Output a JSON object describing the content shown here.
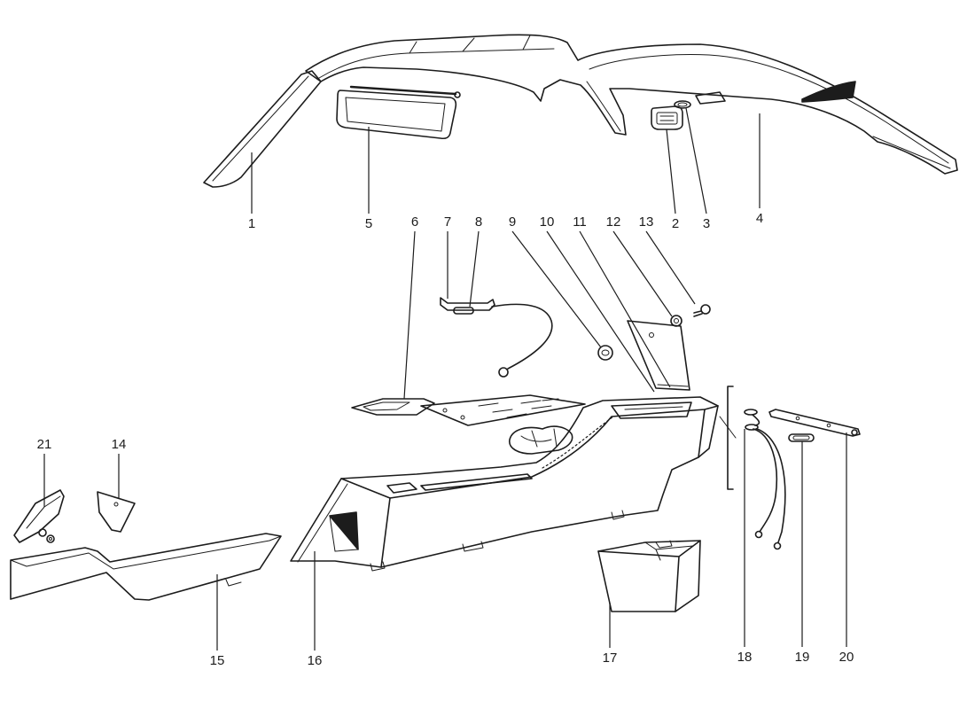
{
  "diagram": {
    "callouts": [
      {
        "number": "1"
      },
      {
        "number": "5"
      },
      {
        "number": "6"
      },
      {
        "number": "7"
      },
      {
        "number": "8"
      },
      {
        "number": "9"
      },
      {
        "number": "10"
      },
      {
        "number": "11"
      },
      {
        "number": "12"
      },
      {
        "number": "13"
      },
      {
        "number": "2"
      },
      {
        "number": "3"
      },
      {
        "number": "4"
      },
      {
        "number": "21"
      },
      {
        "number": "14"
      },
      {
        "number": "15"
      },
      {
        "number": "16"
      },
      {
        "number": "17"
      },
      {
        "number": "18"
      },
      {
        "number": "19"
      },
      {
        "number": "20"
      }
    ]
  },
  "colors": {
    "line": "#1c1c1c",
    "background": "#ffffff"
  }
}
